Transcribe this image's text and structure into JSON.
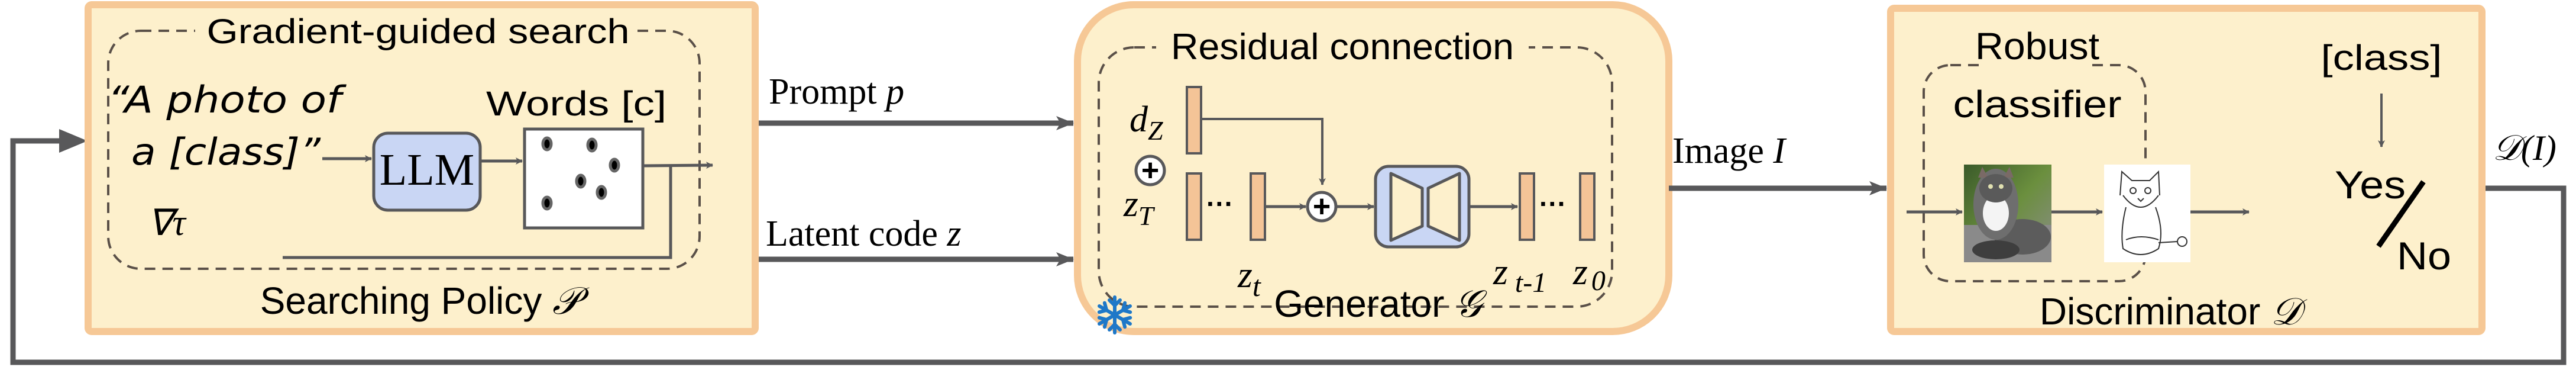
{
  "colors": {
    "panel_fill": "#fdf0cc",
    "panel_border": "#f6c896",
    "line": "#58585a",
    "dashed": "#5a5048",
    "llm_fill": "#c9d6f4",
    "latent_bar": "#f4c497",
    "snowflake": "#1e78c8"
  },
  "searching_policy": {
    "title": "Searching Policy",
    "symbol": "𝒫",
    "group_label": "Gradient-guided search",
    "prompt_template_line1": "“A photo of",
    "prompt_template_line2": "a [class]”",
    "llm_label": "LLM",
    "words_label": "Words [c]",
    "gradient_label": "∇τ"
  },
  "arrows": {
    "prompt_label": "Prompt",
    "prompt_symbol": "p",
    "latent_label": "Latent code",
    "latent_symbol": "z",
    "image_label": "Image",
    "image_symbol": "I",
    "output_label": "𝒟(I)"
  },
  "generator": {
    "title": "Generator",
    "symbol": "𝒢",
    "group_label": "Residual connection",
    "dz_label": "d",
    "dz_sub": "Z",
    "zT_label": "z",
    "zT_sub": "T",
    "zt_label": "z",
    "zt_sub": "t",
    "ztm1_label": "z",
    "ztm1_sub": "t-1",
    "z0_label": "z",
    "z0_sub": "0",
    "plus": "+",
    "ellipsis": "···",
    "frozen_icon": "snowflake-icon"
  },
  "discriminator": {
    "title": "Discriminator",
    "symbol": "𝒟",
    "group_label_line1": "Robust",
    "group_label_line2": "classifier",
    "class_label": "[class]",
    "yes_label": "Yes",
    "no_label": "No"
  }
}
